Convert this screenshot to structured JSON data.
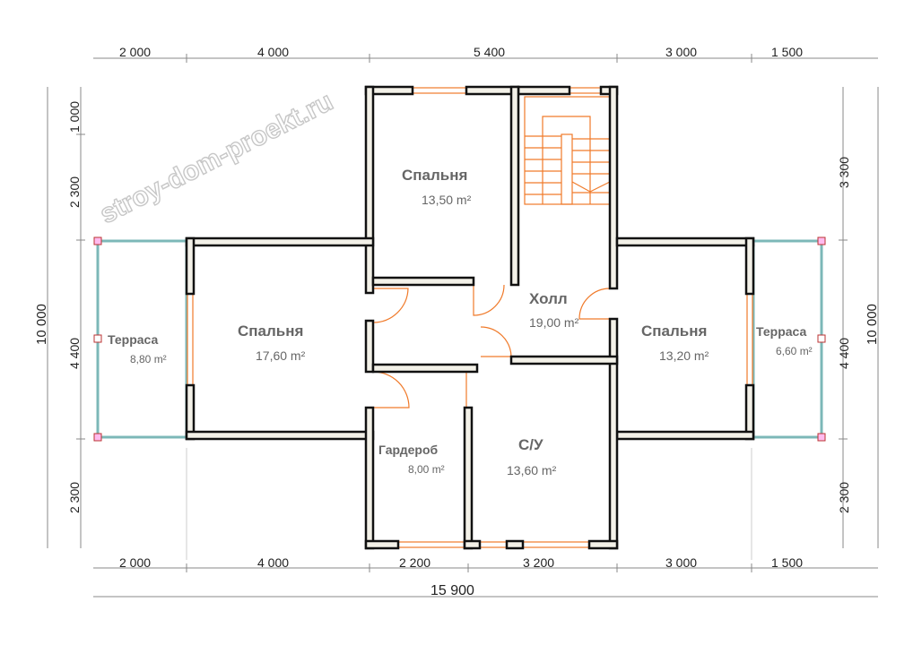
{
  "watermark": "stroy-dom-proekt.ru",
  "dimensions": {
    "top": [
      "2 000",
      "4 000",
      "5 400",
      "3 000",
      "1 500"
    ],
    "bottom": [
      "2 000",
      "4 000",
      "2 200",
      "3 200",
      "3 000",
      "1 500"
    ],
    "total_width": "15 900",
    "left": [
      "1 000",
      "2 300",
      "4 400",
      "2 300"
    ],
    "left_total": "10 000",
    "right": [
      "3 300",
      "4 400",
      "2 300"
    ],
    "right_total": "10 000"
  },
  "rooms": [
    {
      "name": "Спальня",
      "area": "13,50 m²"
    },
    {
      "name": "Холл",
      "area": "19,00 m²"
    },
    {
      "name": "Спальня",
      "area": "17,60 m²"
    },
    {
      "name": "Спальня",
      "area": "13,20 m²"
    },
    {
      "name": "Терраса",
      "area": "8,80 m²"
    },
    {
      "name": "Терраса",
      "area": "6,60 m²"
    },
    {
      "name": "Гардероб",
      "area": "8,00 m²"
    },
    {
      "name": "С/У",
      "area": "13,60 m²"
    }
  ],
  "colors": {
    "wall_fill": "#f3f1e8",
    "opening": "#f07a2a",
    "terrace": "#7cb8b8"
  }
}
